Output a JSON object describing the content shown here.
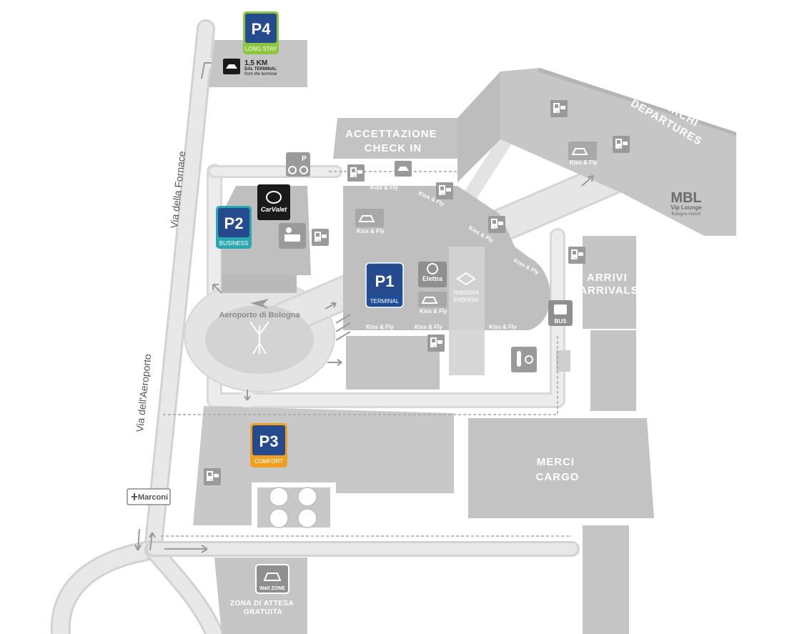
{
  "colors": {
    "building": "#c9c9c9",
    "building_dark": "#b3b3b3",
    "road": "#e2e2e2",
    "road_edge": "#d2d2d2",
    "text_on_building": "#ffffff",
    "p1": "#1f4e96",
    "p2_frame": "#2aa7b0",
    "p3_frame": "#f0a021",
    "p4_frame": "#8cc63e",
    "parking_blue": "#254a8d"
  },
  "roads": {
    "via_fornace": "Via della Fornace",
    "via_aeroporto": "Via dell'Aeroporto"
  },
  "areas": {
    "checkin": [
      "ACCETTAZIONE",
      "CHECK IN"
    ],
    "departures": [
      "IMBARCHI",
      "DEPARTURES"
    ],
    "arrivals": [
      "ARRIVI",
      "ARRIVALS"
    ],
    "cargo": [
      "MERCI",
      "CARGO"
    ],
    "wait_zone": [
      "ZONA DI ATTESA",
      "GRATUITA"
    ],
    "roundabout": "Aeroporto di Bologna"
  },
  "parkings": {
    "p1": {
      "code": "P1",
      "name": "TERMINAL"
    },
    "p2": {
      "code": "P2",
      "name": "BUSINESS"
    },
    "p3": {
      "code": "P3",
      "name": "COMFORT"
    },
    "p4": {
      "code": "P4",
      "name": "LONG STAY"
    }
  },
  "p4_distance": {
    "km": "1,5 KM",
    "line1": "DAL TERMINAL",
    "line2": "from the terminal"
  },
  "kiss_fly": "Kiss & Fly",
  "signs": {
    "marconi": "Marconi",
    "bus": "BUS",
    "carvalet": "CarValet",
    "elettra": "Elettra",
    "marconi_express": [
      "marconi",
      "express"
    ],
    "wait_zone_badge": "Wait ZONE",
    "mbl": "MBL",
    "mbl_sub": "Vip Lounge",
    "mbl_sub2": "Bologna Airport"
  },
  "icons": [
    "plane-icon",
    "parking-pay-icon",
    "kiss-fly-icon",
    "motorbike-parking-icon",
    "bus-icon",
    "carvalet-logo-icon",
    "elettra-icon",
    "marconi-express-icon",
    "wait-zone-icon",
    "lab-icon",
    "info-desk-icon",
    "car-plane-icon"
  ]
}
